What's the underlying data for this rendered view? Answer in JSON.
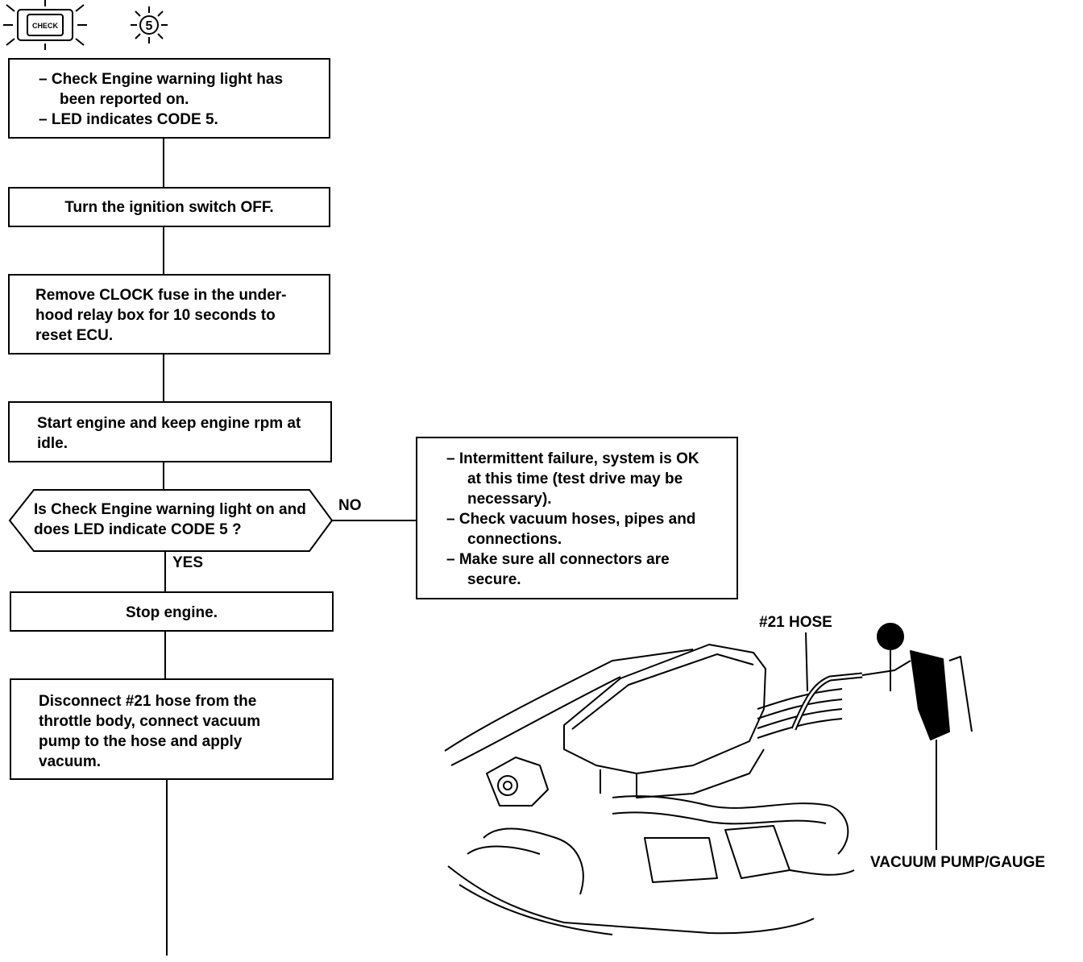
{
  "header": {
    "check_icon_text": "CHECK",
    "code_number": "5"
  },
  "flow": {
    "step1": [
      "Check Engine warning light has been reported on.",
      "LED indicates CODE 5."
    ],
    "step2": "Turn the ignition switch OFF.",
    "step3": "Remove CLOCK fuse in the under-hood relay box for 10 seconds to reset ECU.",
    "step4": "Start engine and keep engine rpm at idle.",
    "decision": "Is Check Engine warning light on and does LED indicate CODE 5 ?",
    "yes_label": "YES",
    "no_label": "NO",
    "no_result": [
      "Intermittent failure, system is OK at this time (test drive may be necessary).",
      "Check vacuum hoses, pipes and connections.",
      "Make sure all connectors are secure."
    ],
    "step5": "Stop engine.",
    "step6": "Disconnect #21 hose from the throttle body, connect vacuum pump to the hose and apply vacuum."
  },
  "illustration": {
    "hose_label": "#21 HOSE",
    "pump_label": "VACUUM PUMP/GAUGE"
  }
}
